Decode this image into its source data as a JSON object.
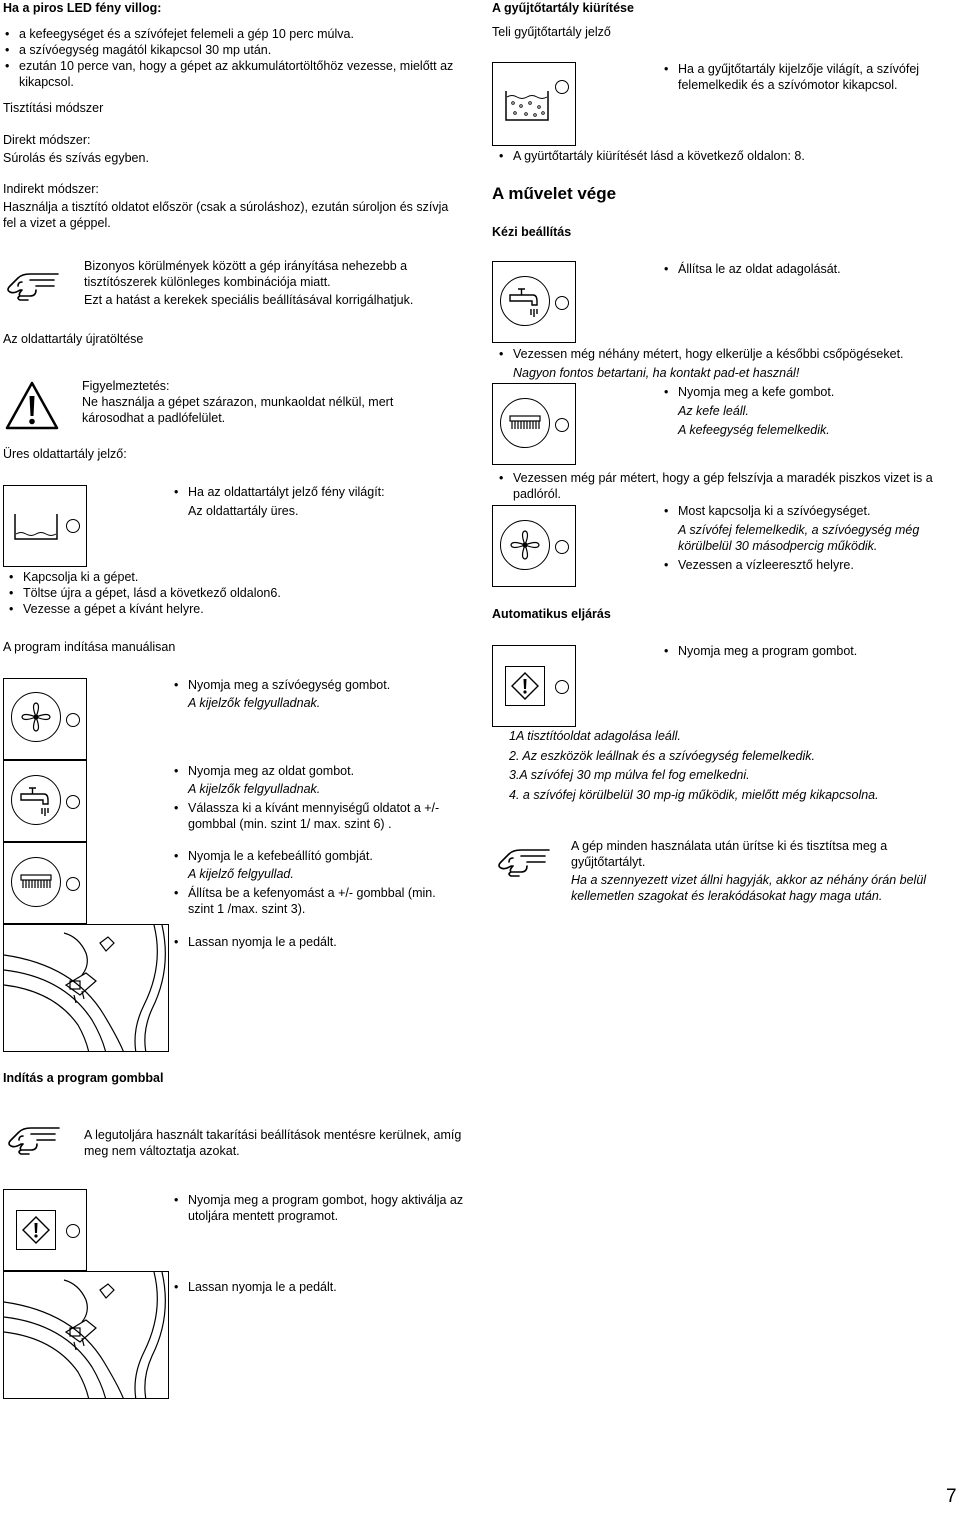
{
  "left": {
    "led_title_prefix": "Ha a piros ",
    "led_title_bold": "LED fény villog:",
    "led_bullets": [
      "a kefeegységet és a szívófejet felemeli a gép 10 perc múlva.",
      "a szívóegység magától kikapcsol 30 mp után.",
      "ezután 10 perce van, hogy a gépet az akkumulátortöltőhöz vezesse, mielőtt az kikapcsol."
    ],
    "cleaning_methods_title": "Tisztítási módszer",
    "direct_title": "Direkt módszer:",
    "direct_text": "Súrolás és szívás egyben.",
    "indirect_title": "Indirekt módszer:",
    "indirect_text": "Használja a tisztító oldatot először (csak a súroláshoz), ezután súroljon és szívja fel a vizet a géppel.",
    "note1_line1": "Bizonyos körülmények között a gép irányítása nehezebb a tisztítószerek különleges kombinációja miatt.",
    "note1_line2": "Ezt a hatást a kerekek speciális beállításával korrigálhatjuk.",
    "refill_title": "Az oldattartály újratöltése",
    "warning_title": "Figyelmeztetés:",
    "warning_text": "Ne használja a gépet szárazon, munkaoldat nélkül, mert károsodhat a padlófelület.",
    "empty_indicator_label": "Üres oldattartály jelző:",
    "empty_bullet_line1": "Ha az oldattartályt jelző fény világít:",
    "empty_bullet_line2": "Az oldattartály üres.",
    "refill_bullets": [
      "Kapcsolja ki a gépet.",
      "Töltse újra a gépet, lásd a következő oldalon6.",
      "Vezesse a gépet a kívánt helyre."
    ],
    "manual_start_title": "A program indítása manuálisan",
    "step_fan_bullet": "Nyomja meg a szívóegység gombot.",
    "step_fan_result": "A kijelzők felgyulladnak.",
    "step_tap_bullet": "Nyomja meg az oldat gombot.",
    "step_tap_result": "A kijelzők felgyulladnak.",
    "step_tap_bullet2": "Válassza ki a kívánt mennyiségű oldatot a +/- gombbal (min. szint 1/ max. szint  6) .",
    "step_brush_bullet": "Nyomja le a kefebeállító gombját.",
    "step_brush_result": "A kijelző felgyullad.",
    "step_brush_bullet2": "Állítsa be a kefenyomást a +/- gombbal (min. szint 1 /max. szint 3).",
    "step_pedal_bullet": "Lassan nyomja le a pedált.",
    "program_start_title": "Indítás a program gombbal",
    "note2_text": "A legutoljára használt takarítási beállítások mentésre kerülnek, amíg meg nem változtatja azokat.",
    "program_bullet": "Nyomja meg a program gombot, hogy aktiválja az utoljára mentett programot.",
    "program_pedal_bullet": "Lassan nyomja le a pedált."
  },
  "right": {
    "collector_title": "A gyűjtőtartály kiürítése",
    "collector_indicator_label": "Teli gyűjtőtartály jelző",
    "collector_bullet": "Ha a gyűjtőtartály kijelzője világít, a szívófej felemelkedik és a szívómotor kikapcsol.",
    "collector_empty_ref": "A gyürtőtartály kiürítését lásd a következő oldalon: 8.",
    "end_title": "A művelet vége",
    "manual_settings_title": "Kézi beállítás",
    "stop_dosing_bullet": "Állítsa le az oldat adagolását.",
    "drive_more_bullet": "Vezessen még néhány métert, hogy elkerülje a későbbi csőpögéseket.",
    "drive_more_note": "Nagyon fontos betartani, ha kontakt pad-et használ!",
    "brush_bullet": "Nyomja meg a kefe gombot.",
    "brush_result1": "Az kefe leáll.",
    "brush_result2": "A kefeegység felemelkedik.",
    "drive_dirty_bullet": "Vezessen még pár métert, hogy a gép felszívja a maradék piszkos vizet is a padlóról.",
    "fan_off_bullet": "Most kapcsolja ki a szívóegységet.",
    "fan_off_result": "A szívófej felemelkedik, a szívóegység még körülbelül 30 másodpercig működik.",
    "drain_bullet": "Vezessen a vízleeresztő helyre.",
    "auto_title": "Automatikus eljárás",
    "program_button_bullet": "Nyomja meg a program gombot.",
    "auto_steps": [
      "1A tisztítóoldat adagolása leáll.",
      "2. Az eszközök leállnak és a szívóegység felemelkedik.",
      "3.A szívófej 30 mp múlva fel fog emelkedni.",
      "4. a szívófej körülbelül 30 mp-ig működik, mielőtt még kikapcsolna."
    ],
    "after_use_text": "A gép minden használata után ürítse ki és tisztítsa meg a gyűjtőtartályt.",
    "after_use_note": "Ha a szennyezett vizet állni hagyják, akkor az néhány órán belül kellemetlen szagokat és lerakódásokat hagy maga után."
  },
  "page_number": "7"
}
